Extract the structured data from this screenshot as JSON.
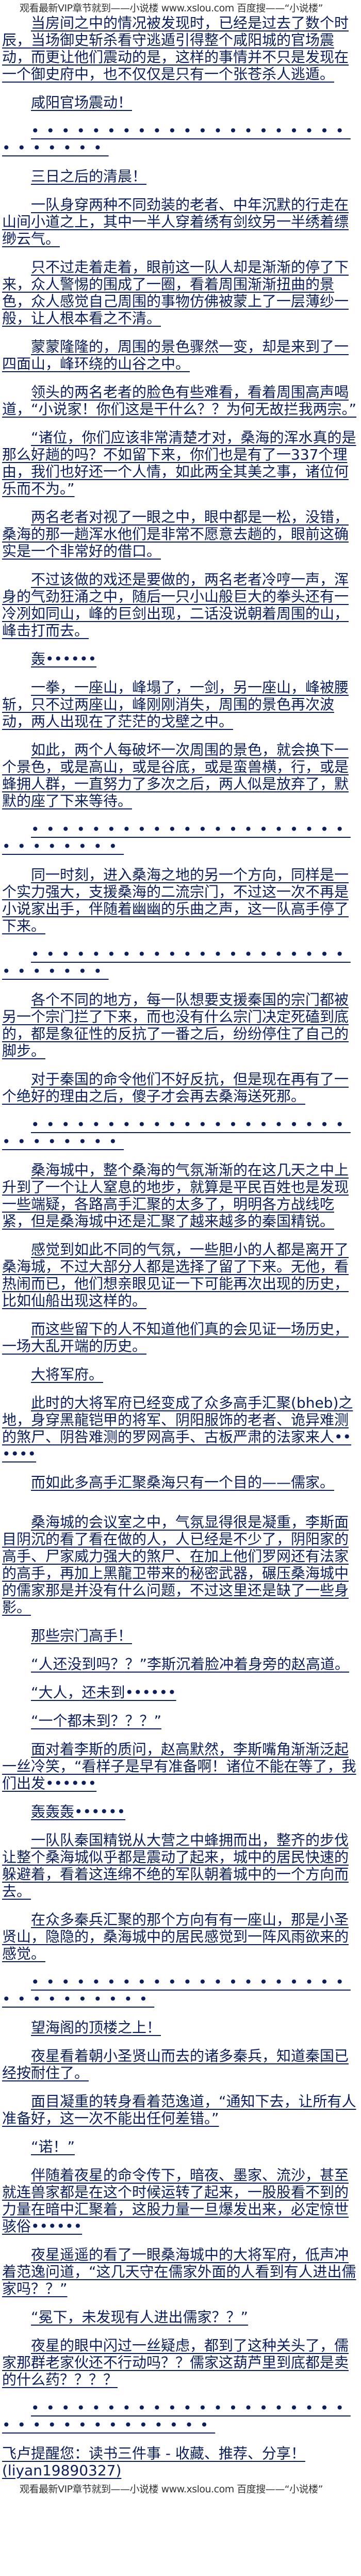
{
  "header": {
    "banner": "观看最新VIP章节就到——小说楼 www.xslou.com 百度搜——“小说楼”"
  },
  "paragraphs": [
    "当房间之中的情况被发现时，已经是过去了数个时辰，当场御史斩杀看守逃遁引得整个咸阳城的官场震动，而更让他们震动的是，这样的事情并不只是发现在一个御史府中，也不仅仅是只有一个张苍杀人逃遁。",
    "咸阳官场震动！",
    "••••••••••••••••••••••••••••",
    "三日之后的清晨！",
    "一队身穿两种不同劲装的老者、中年沉默的行走在山间小道之上，其中一半人穿着绣有剑纹另一半绣着缥缈云气。",
    "只不过走着走着，眼前这一队人却是渐渐的停了下来，众人警惕的围成了一圈，看着周围渐渐扭曲的景色，众人感觉自己周围的事物仿佛被蒙上了一层薄纱一般，让人根本看之不清。",
    "蒙蒙隆隆的，周围的景色骤然一变，却是来到了一四面山，峰环绕的山谷之中。",
    "领头的两名老者的脸色有些难看，看着周围高声喝道，“小说家！你们这是干什么？？为何无故拦我两宗。”",
    "“诸位，你们应该非常清楚才对，桑海的浑水真的是那么好趟的吗？不如留下来，你们也是有了一337个理由，我们也好还一个人情，如此两全其美之事，诸位何乐而不为。”",
    "两名老者对视了一眼之中，眼中都是一松，没错，桑海的那一趟浑水他们是非常不愿意去趟的，眼前这确实是一个非常好的借口。",
    "不过该做的戏还是要做的，两名老者冷哼一声，浑身的气劲狂涌之中，随后一只小山般巨大的拳头还有一冷冽如同山，峰的巨剑出现，二话没说朝着周围的山，峰击打而去。",
    "轰••••••",
    "一拳，一座山，峰塌了，一剑，另一座山，峰被腰斩，只不过两座山，峰刚刚消失，周围的景色再次波动，两人出现在了茫茫的戈壁之中。",
    "如此，两个人每破坏一次周围的景色，就会换下一个景色，或是高山，或是谷底，或是蛮兽横，行，或是蜂拥人群，一直努力了多次之后，两人似是放弃了，默默的座了下来等待。",
    "•••••••••••••••••••••••••••••",
    "同一时刻，进入桑海之地的另一个方向，同样是一个实力强大，支援桑海的二流宗门，不过这一次不再是小说家出手，伴随着幽幽的乐曲之声，这一队高手停了下来。",
    "••••••••••••••••••••••••••••",
    "各个不同的地方，每一队想要支援秦国的宗门都被另一个宗门拦了下来，而也没有什么宗门决定死磕到底的，都是象征性的反抗了一番之后，纷纷停住了自己的脚步。",
    "对于秦国的命令他们不好反抗，但是现在再有了一个绝好的理由之后，傻子才会再去桑海送死那。",
    "•••••••••••••••••••••••••••••",
    "桑海城中，整个桑海的气氛渐渐的在这几天之中上升到了一个让人窒息的地步，就算是平民百姓也是发现一些端疑，各路高手汇聚的太多了，明明各方战线吃紧，但是桑海城中还是汇聚了越来越多的秦国精锐。",
    "感觉到如此不同的气氛，一些胆小的人都是离开了桑海城，不过大部分人都是选择了留了下来。无他，看热闹而已，他们想亲眼见证一下可能再次出现的历史，比如仙船出现这样的。",
    "而这些留下的人不知道他们真的会见证一场历史，一场大乱开端的历史。",
    "大将军府。",
    "此时的大将军府已经变成了众多高手汇聚(bheb)之地，身穿黑龍铠甲的将军、阴阳服饰的老者、诡异难测的煞尸、阴咎难测的罗网高手、古板严肃的法家来人••••••",
    "而如此多高手汇聚桑海只有一个目的——儒家。",
    "桑海城的会议室之中，气氛显得很是凝重，李斯面目阴沉的看了看在做的人，人已经是不少了，阴阳家的高手、尸家威力强大的煞尸、在加上他们罗网还有法家的高手，再加上黑龍卫带来的秘密武器，碾压桑海城中的儒家那是并没有什么问题，不过这里还是缺了一些身影。",
    "那些宗门高手！",
    "“人还没到吗？？”李斯沉着脸冲着身旁的赵高道。",
    "“大人，还未到••••••",
    "“一个都未到？？？”",
    "面对着李斯的质问，赵高默然，李斯嘴角渐渐泛起一丝冷笑，“看样子是早有准备啊！诸位不能在等了，我们出发••••••",
    "轰轰轰••••••",
    "一队队秦国精锐从大营之中蜂拥而出，整齐的步伐让整个桑海城似乎都是震动了起来，城中的居民快速的躲避着，看着这连绵不绝的军队朝着城中的一个方向而去。",
    "在众多秦兵汇聚的那个方向有有一座山，那是小圣贤山，隐隐的，桑海城中的居民感觉到一阵风雨欲来的感觉。",
    "•••••••••••••••••••••••••••••••",
    "望海阁的顶楼之上！",
    "夜星看着朝小圣贤山而去的诸多秦兵，知道秦国已经按耐住了。",
    "面目凝重的转身看着范逸道，“通知下去，让所有人准备好，这一次不能出任何差错。”",
    "“诺！”",
    "伴随着夜星的命令传下，暗夜、墨家、流沙，甚至就连兽家都是在这个时候运转了起来，一股股看不到的力量在暗中汇聚着，这股力量一旦爆发出来，必定惊世骇俗••••••",
    "夜星遥遥的看了一眼桑海城中的大将军府，低声冲着范逸问道，“这几天守在儒家外面的人看到有人进出儒家吗？？”",
    "“冕下，未发现有人进出儒家？？”",
    "夜星的眼中闪过一丝疑虑，都到了这种关头了，儒家那群老家伙还不行动吗？？儒家这葫芦里到底都是卖的什么药？？？？",
    "•••••••••••••••••••••••••••••••••••"
  ],
  "footer": {
    "note": "飞卢提醒您：读书三件事 - 收藏、推荐、分享！(liyan19890327)",
    "banner": "观看最新VIP章节就到——小说楼 www.xslou.com 百度搜——“小说楼”"
  }
}
